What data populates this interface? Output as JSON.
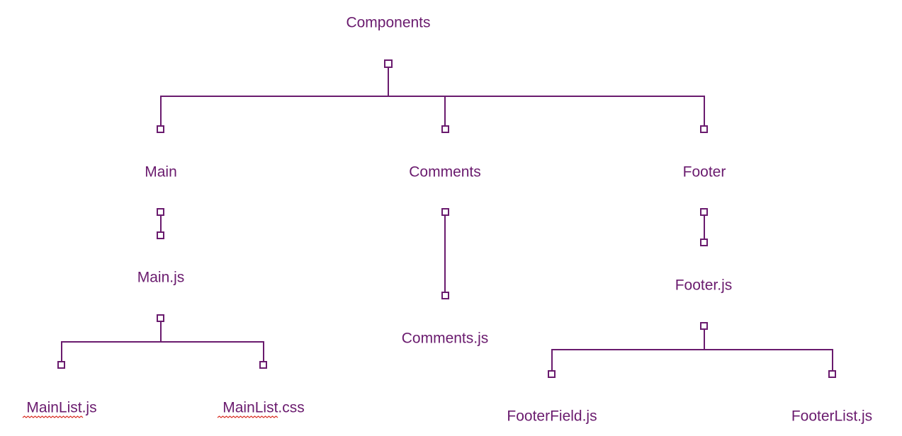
{
  "colors": {
    "primary": "#6a1b6e",
    "spellcheck": "#d93025"
  },
  "nodes": {
    "components": "Components",
    "main": "Main",
    "comments": "Comments",
    "footer": "Footer",
    "main_js": "Main.js",
    "comments_js": "Comments.js",
    "footer_js": "Footer.js",
    "mainlist_js": "MainList.js",
    "mainlist_css": "MainList.css",
    "footerfield_js": "FooterField.js",
    "footerlist_js": "FooterList.js"
  }
}
